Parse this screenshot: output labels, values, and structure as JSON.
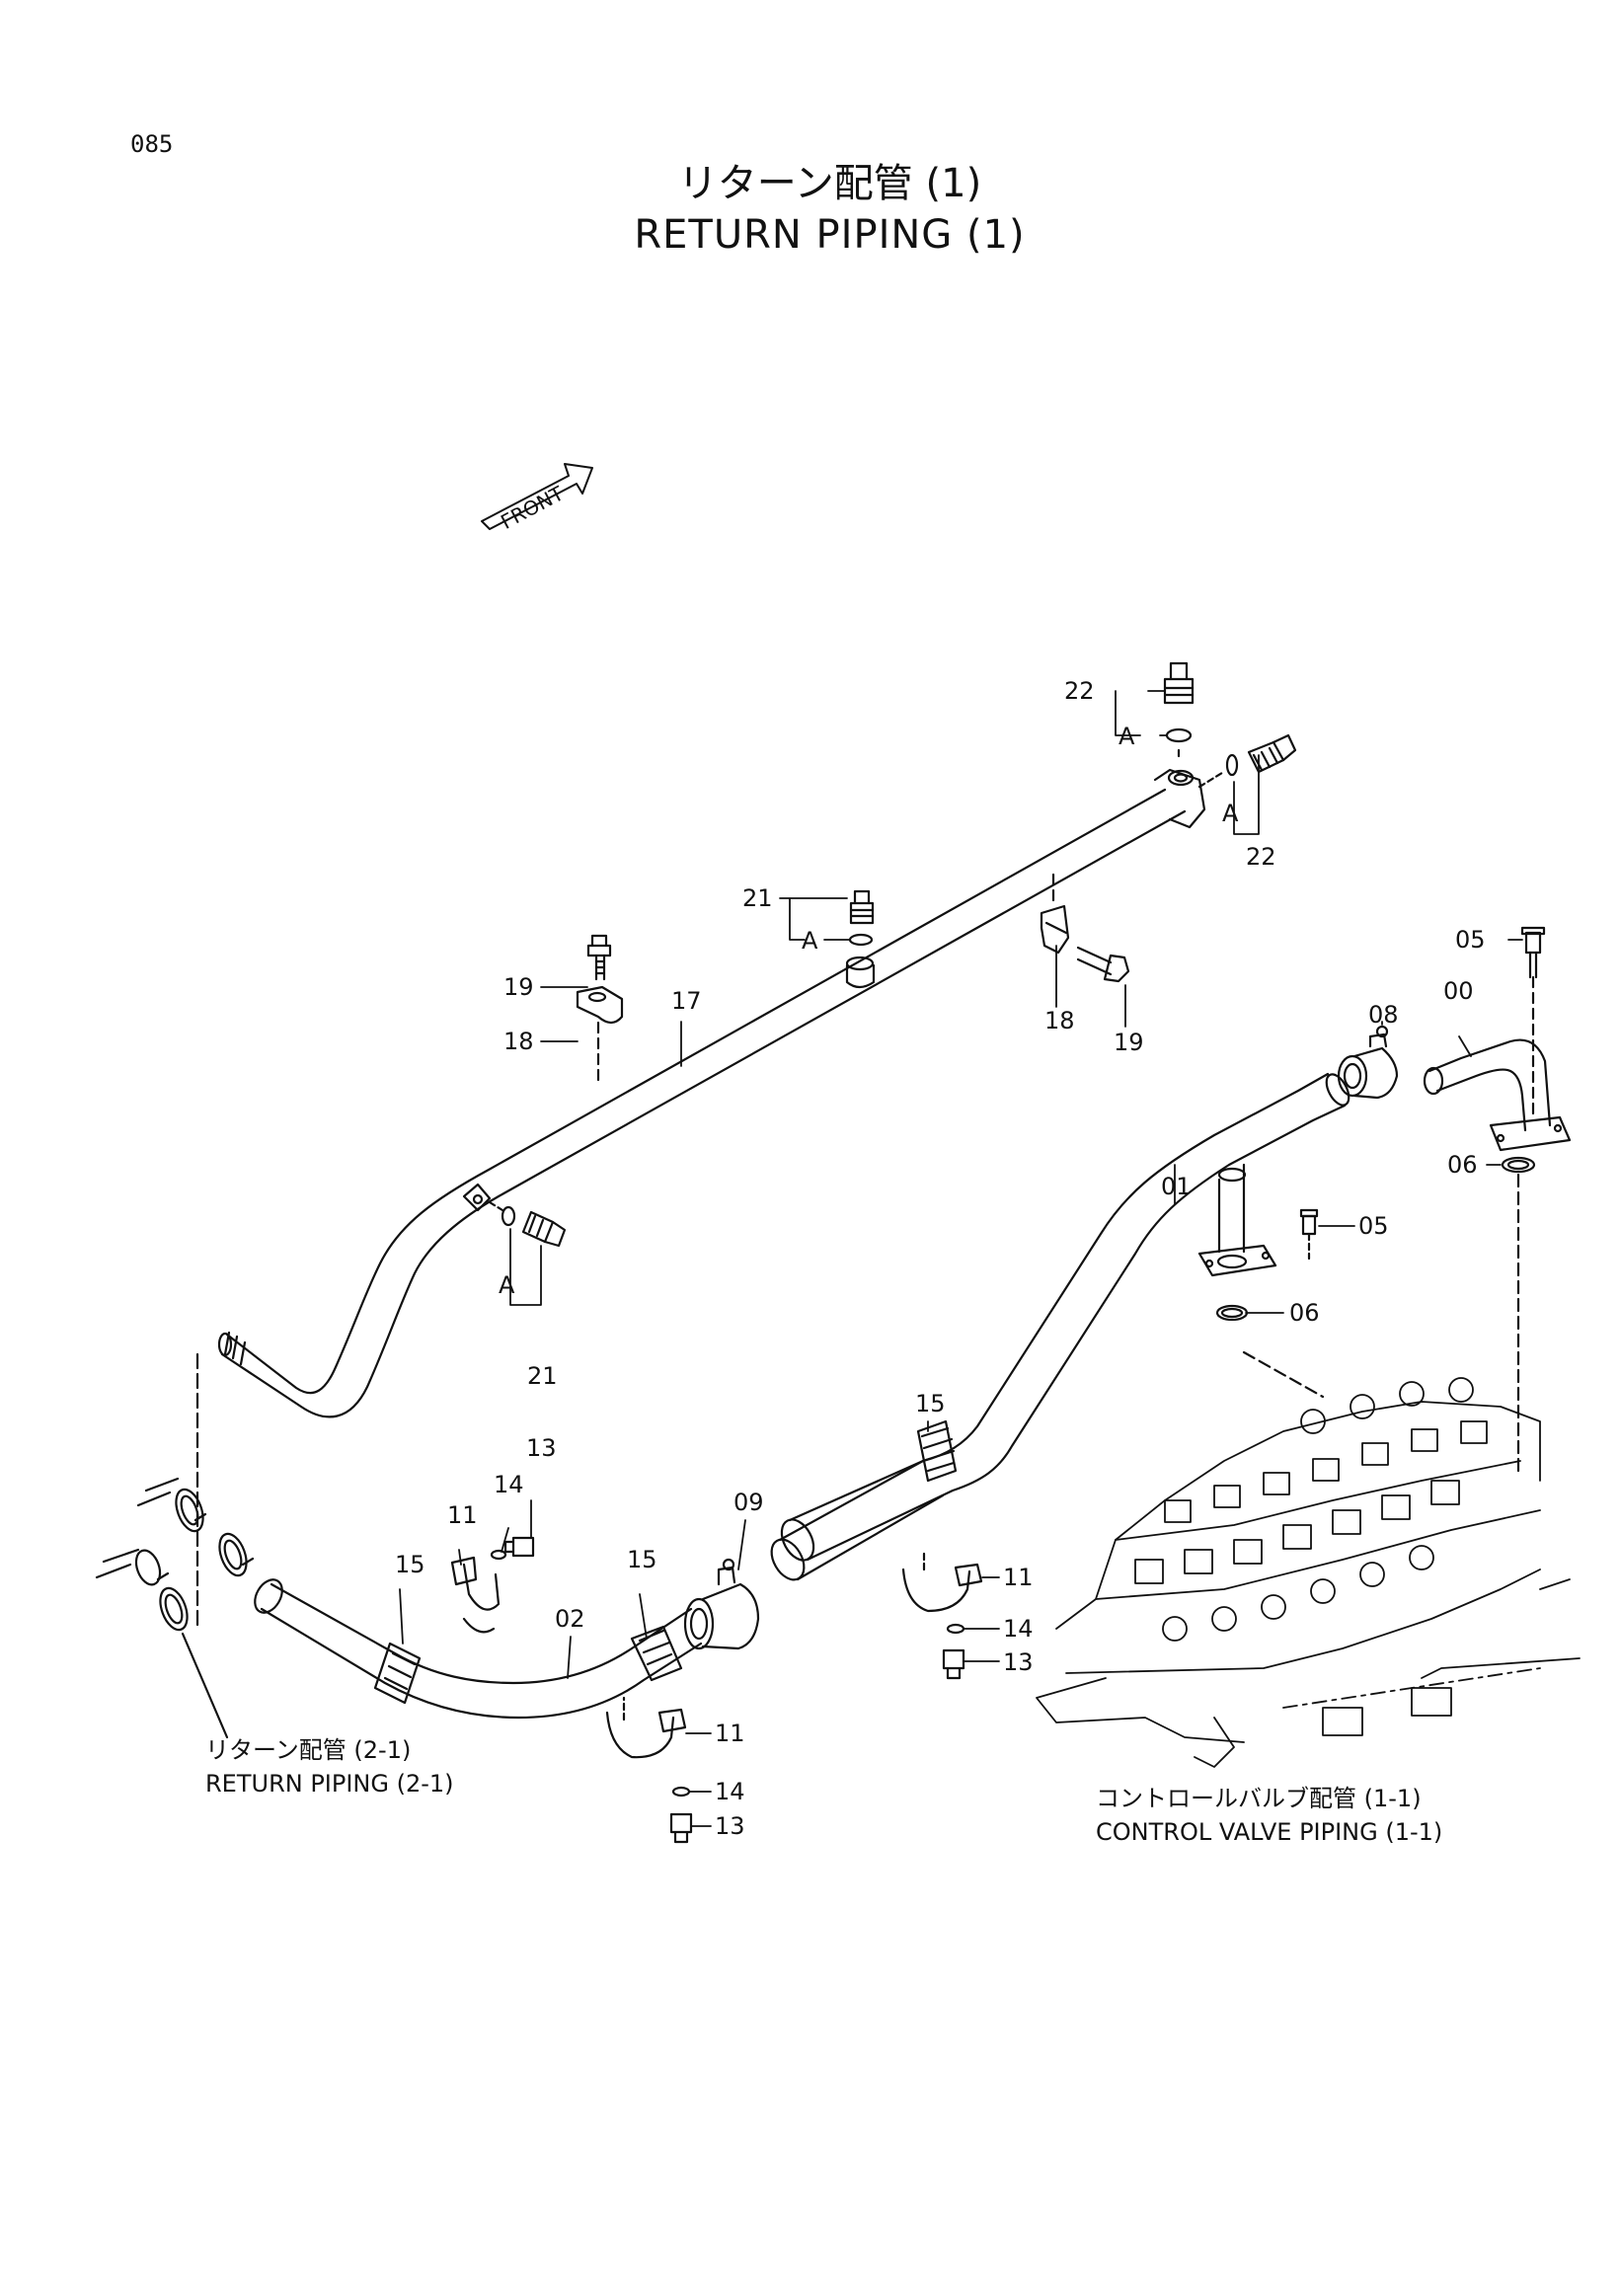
{
  "page_number": "085",
  "title": {
    "japanese": "リターン配管 (1)",
    "english": "RETURN PIPING (1)"
  },
  "front_arrow": "FRONT",
  "callouts": {
    "c00": "00",
    "c01": "01",
    "c02": "02",
    "c05a": "05",
    "c05b": "05",
    "c06a": "06",
    "c06b": "06",
    "c08": "08",
    "c09": "09",
    "c11a": "11",
    "c11b": "11",
    "c11c": "11",
    "c13a": "13",
    "c13b": "13",
    "c13c": "13",
    "c14a": "14",
    "c14b": "14",
    "c14c": "14",
    "c15a": "15",
    "c15b": "15",
    "c15c": "15",
    "c17": "17",
    "c18a": "18",
    "c18b": "18",
    "c19a": "19",
    "c19b": "19",
    "c21a": "21",
    "c21b": "21",
    "c22a": "22",
    "c22b": "22",
    "A1": "A",
    "A2": "A",
    "A3": "A",
    "A4": "A"
  },
  "references": {
    "return_2_1": {
      "japanese": "リターン配管 (2-1)",
      "english": "RETURN PIPING (2-1)"
    },
    "control_valve_1_1": {
      "japanese": "コントロールバルブ配管 (1-1)",
      "english": "CONTROL VALVE PIPING (1-1)"
    }
  },
  "colors": {
    "line": "#111111",
    "paper": "#ffffff"
  }
}
